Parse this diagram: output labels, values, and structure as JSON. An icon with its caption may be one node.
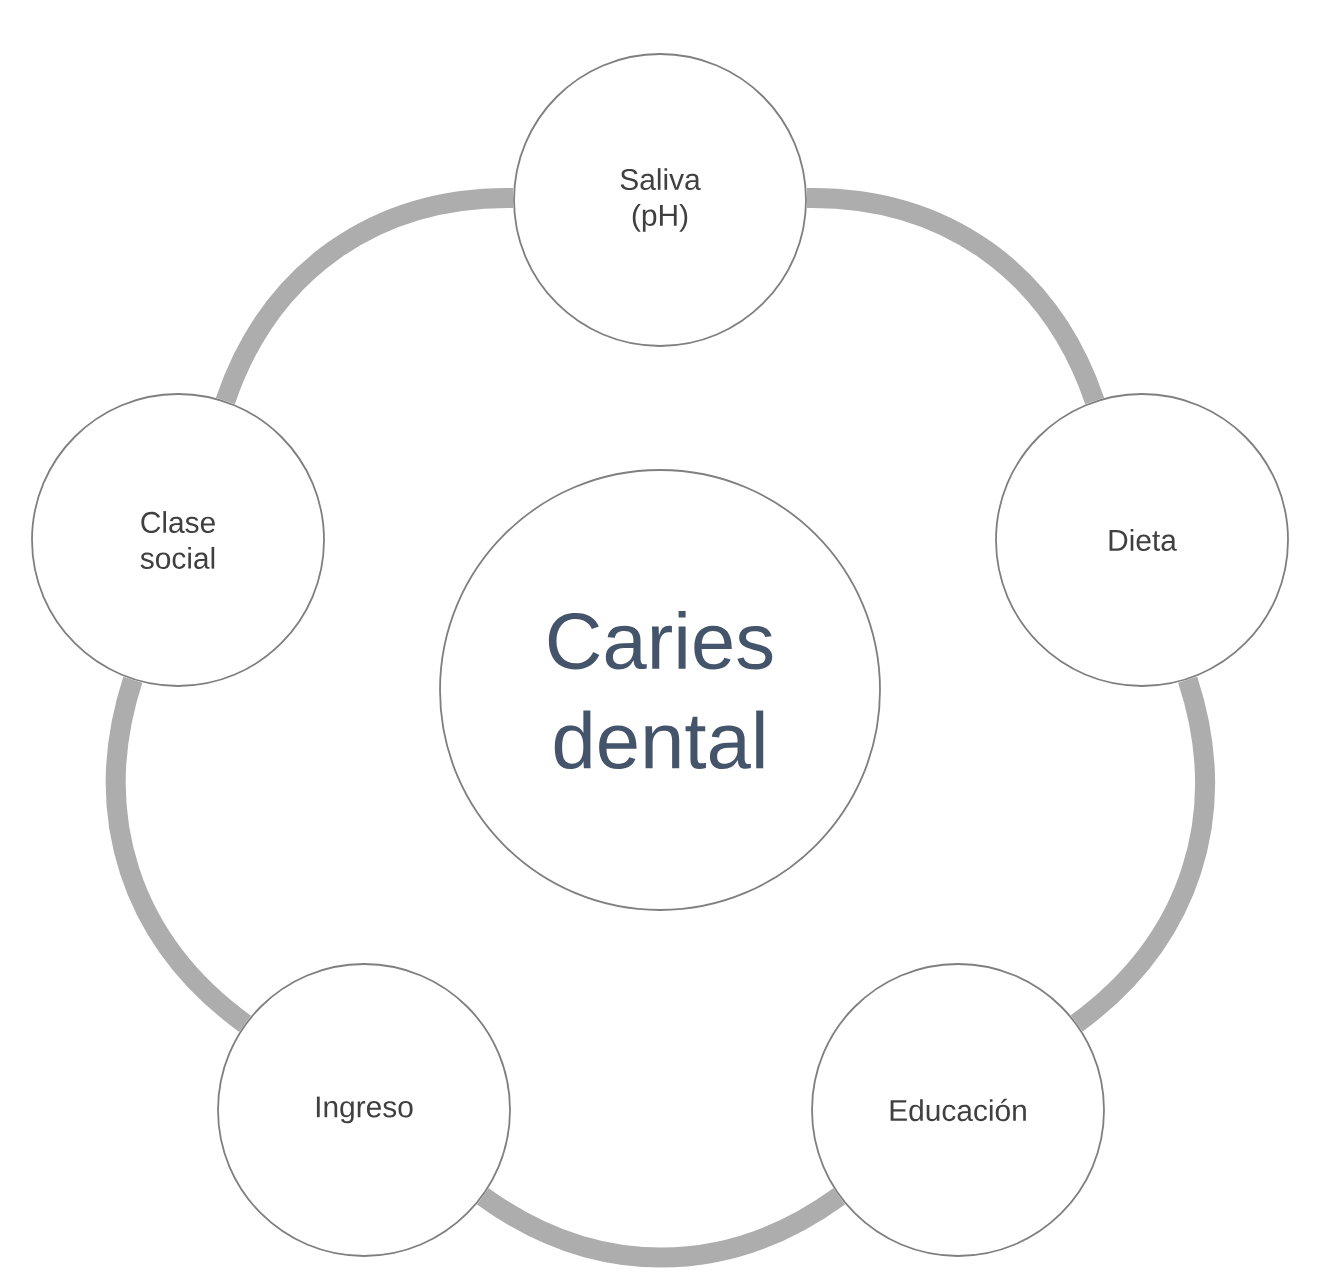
{
  "diagram": {
    "nodes": [
      {
        "text": [
          "Caries dental"
        ]
      },
      {
        "text": [
          "Saliva (pH)"
        ]
      },
      {
        "text": [
          "Dieta"
        ]
      },
      {
        "text": [
          "Educación"
        ]
      },
      {
        "text": [
          "Ingreso"
        ]
      },
      {
        "text": [
          "Clase social"
        ]
      }
    ],
    "edges": [
      {
        "from": 1,
        "to": 2,
        "arrow": "none"
      },
      {
        "from": 2,
        "to": 3,
        "arrow": "none"
      },
      {
        "from": 3,
        "to": 4,
        "arrow": "none"
      },
      {
        "from": 4,
        "to": 5,
        "arrow": "none"
      },
      {
        "from": 5,
        "to": 1,
        "arrow": "none"
      }
    ]
  }
}
